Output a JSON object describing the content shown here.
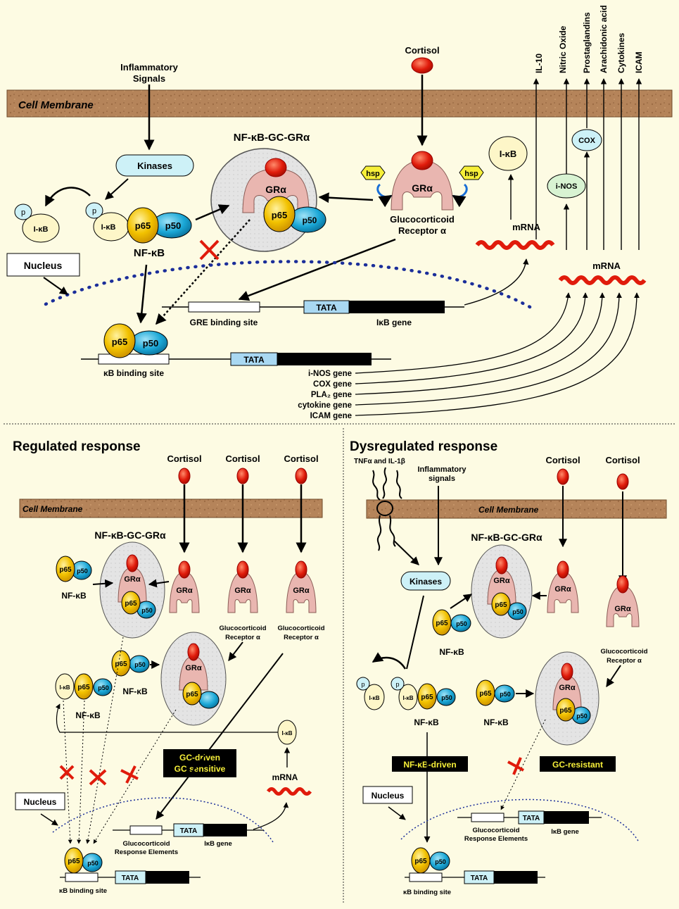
{
  "colors": {
    "background": "#fdfbe3",
    "membrane": "#b5845a",
    "p65": "#f2c200",
    "p50": "#1aa7d6",
    "gr": "#e9b6b0",
    "cortisol": "#e01b0b",
    "mrna": "#e01b0b",
    "complex_bg": "#e4e4e4",
    "kinase_bg": "#cdf1f7",
    "ikb_bg": "#fdf6c8",
    "inos_bg": "#d8f3d2",
    "tata": "#a9d8f2"
  },
  "top": {
    "membrane_label": "Cell Membrane",
    "inflammatory_signals": [
      "Inflammatory",
      "Signals"
    ],
    "cortisol": "Cortisol",
    "products": [
      "IL-10",
      "Nitric Oxide",
      "Prostaglandins",
      "Arachidonic acid",
      "Cytokines",
      "ICAM"
    ],
    "complex_title": "NF-κB-GC-GRα",
    "kinases": "Kinases",
    "p": "p",
    "ikb": "I-κB",
    "p65": "p65",
    "p50": "p50",
    "gr": "GRα",
    "hsp": "hsp",
    "nfkb": "NF-κB",
    "receptor": [
      "Glucocorticoid",
      "Receptor α"
    ],
    "nucleus": "Nucleus",
    "mrna": "mRNA",
    "cox": "COX",
    "inos": "i-NOS",
    "tata": "TATA",
    "gre_site": "GRE binding site",
    "ikb_gene": "IκB gene",
    "kb_site": "κB binding site",
    "genes": [
      "i-NOS gene",
      "COX gene",
      "PLA₂ gene",
      "cytokine gene",
      "ICAM gene"
    ]
  },
  "regulated": {
    "title": "Regulated response",
    "cortisol": "Cortisol",
    "membrane_label": "Cell Membrane",
    "complex_title": "NF-κB-GC-GRα",
    "nfkb": "NF-κB",
    "receptor": [
      "Glucocorticoid",
      "Receptor α"
    ],
    "badge": [
      "GC-driven",
      "GC sensitive"
    ],
    "mrna": "mRNA",
    "nucleus": "Nucleus",
    "gre": [
      "Glucocorticoid",
      "Response Elements"
    ],
    "ikb_gene": "IκB gene",
    "kb_site": "κB binding site"
  },
  "dysregulated": {
    "title": "Dysregulated response",
    "cytokines": "TNFα and IL-1β",
    "inflammatory_signals": [
      "Inflammatory",
      "signals"
    ],
    "cortisol": "Cortisol",
    "membrane_label": "Cell Membrane",
    "complex_title": "NF-κB-GC-GRα",
    "kinases": "Kinases",
    "nfkb": "NF-κB",
    "receptor": [
      "Glucocorticoid",
      "Receptor α"
    ],
    "badge_left": "NF-κB-driven",
    "badge_right": "GC-resistant",
    "nucleus": "Nucleus",
    "gre": [
      "Glucocorticoid",
      "Response Elements"
    ],
    "ikb_gene": "IκB gene",
    "kb_site": "κB binding site"
  }
}
